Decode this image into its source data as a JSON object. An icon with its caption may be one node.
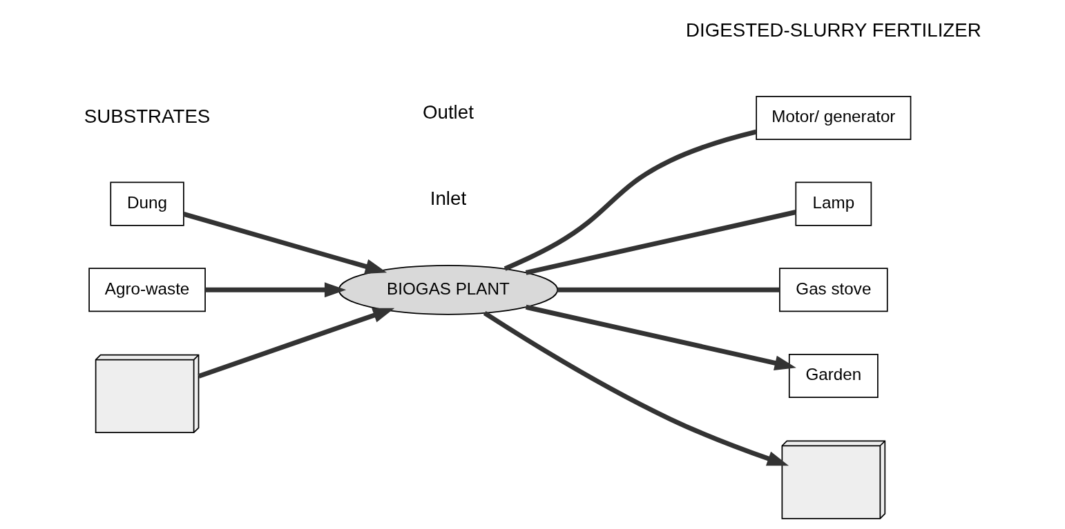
{
  "diagram": {
    "nodes": [
      {
        "text": [
          "Dung"
        ]
      },
      {
        "text": [
          "Agro-waste"
        ]
      },
      {
        "text": [],
        "shape": "picture"
      },
      {
        "text": [
          "BIOGAS PLANT"
        ]
      },
      {
        "text": [
          "Motor/ generator"
        ]
      },
      {
        "text": [
          "Lamp"
        ]
      },
      {
        "text": [
          "Gas stove"
        ]
      },
      {
        "text": [
          "Garden"
        ]
      },
      {
        "text": [],
        "shape": "picture"
      }
    ],
    "edges": [
      {
        "from": 0,
        "to": 3,
        "arrow": "to"
      },
      {
        "from": 1,
        "to": 3,
        "arrow": "to"
      },
      {
        "from": 2,
        "to": 3,
        "arrow": "to"
      },
      {
        "from": 3,
        "to": 4,
        "arrow": "none"
      },
      {
        "from": 3,
        "to": 5,
        "arrow": "none"
      },
      {
        "from": 3,
        "to": 6,
        "arrow": "none"
      },
      {
        "from": 3,
        "to": 7,
        "arrow": "to"
      },
      {
        "from": 3,
        "to": 8,
        "arrow": "to"
      }
    ],
    "labels": [
      "SUBSTRATES",
      "Inlet",
      "Outlet",
      "DIGESTED-SLURRY FERTILIZER"
    ]
  }
}
